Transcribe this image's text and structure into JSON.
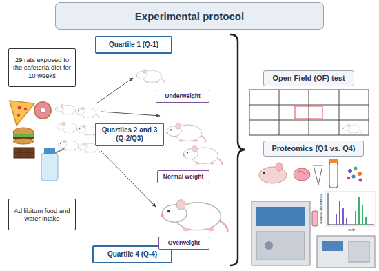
{
  "diagram": {
    "title": "Experimental protocol",
    "nodes": [
      {
        "text": [
          "29 rats exposed to the cafeteria diet for 10 weeks"
        ]
      },
      {
        "text": [
          "Quartile 1 (Q-1)"
        ]
      },
      {
        "text": [
          "Underweight"
        ]
      },
      {
        "text": [
          "Quartiles 2 and 3 (Q-2/Q3)"
        ]
      },
      {
        "text": [
          "Normal weight"
        ]
      },
      {
        "text": [
          "Ad libitum food and water intake"
        ]
      },
      {
        "text": [
          "Quartile 4 (Q-4)"
        ]
      },
      {
        "text": [
          "Overweight"
        ]
      },
      {
        "text": [
          "Open Field (OF) test"
        ]
      },
      {
        "text": [
          "Proteomics (Q1 vs. Q4)"
        ]
      }
    ],
    "labels": [
      "Relative abundance",
      "m/z"
    ]
  }
}
